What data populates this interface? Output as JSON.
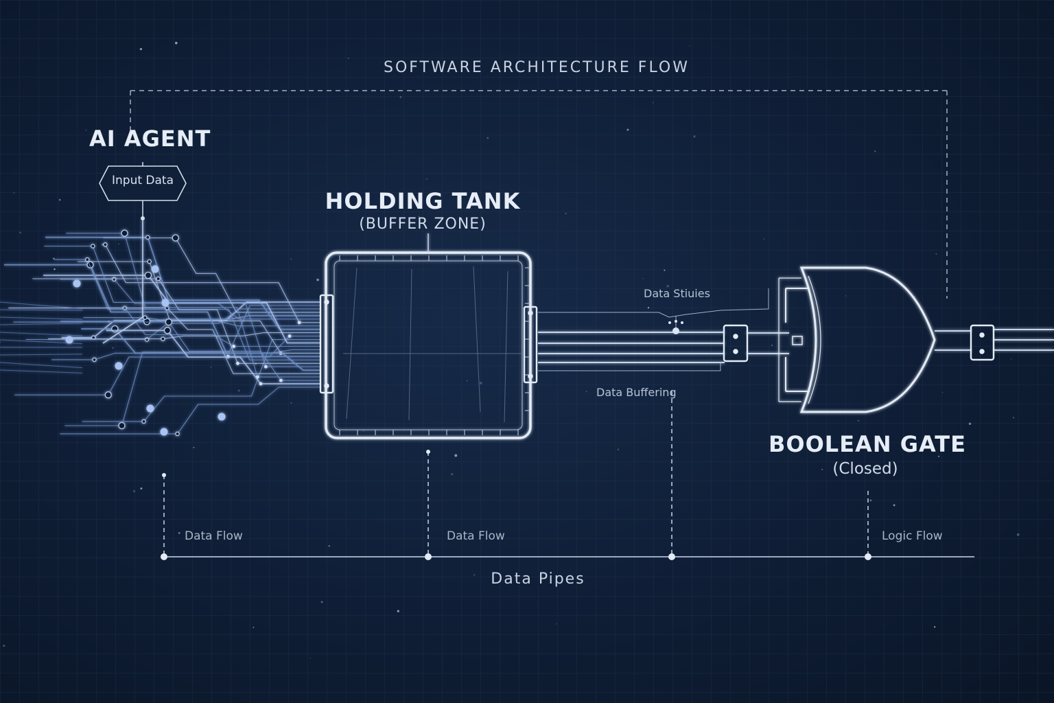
{
  "diagram": {
    "title": "SOFTWARE ARCHITECTURE FLOW",
    "agent": {
      "title": "AI AGENT",
      "input_label": "Input Data"
    },
    "tank": {
      "title": "HOLDING TANK",
      "subtitle": "(BUFFER ZONE)"
    },
    "gate": {
      "title": "BOOLEAN GATE",
      "subtitle": "(Closed)"
    },
    "pipe_labels": {
      "upper": "Data Stiuies",
      "lower": "Data Buffering"
    },
    "flow_labels": [
      "Data Flow",
      "Data Flow",
      "Logic Flow"
    ],
    "bottom_label": "Data Pipes"
  },
  "colors": {
    "background": "#0f1d33",
    "grid": "#2a3c58",
    "line": "#c8d6ea",
    "node": "#8fb0e8",
    "text": "#dce6f3"
  }
}
